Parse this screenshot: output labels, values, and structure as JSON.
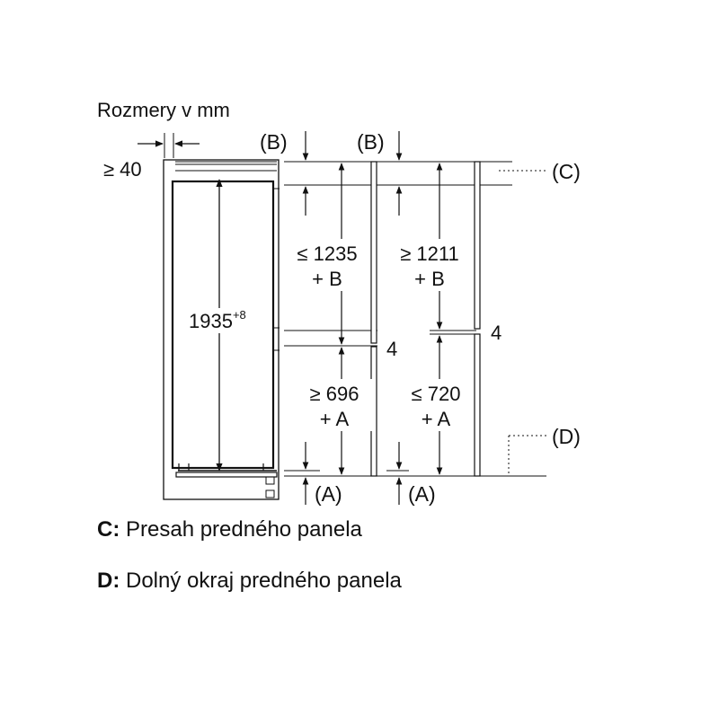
{
  "title": "Rozmery v mm",
  "dimensions": {
    "side_gap": "≥ 40",
    "height": "1935",
    "height_tolerance": "+8",
    "upper_left_1": "≤ 1235",
    "upper_left_2": "+ B",
    "upper_right_1": "≥ 1211",
    "upper_right_2": "+ B",
    "lower_left_1": "≥ 696",
    "lower_left_2": "+ A",
    "lower_right_1": "≤ 720",
    "lower_right_2": "+ A",
    "gap_left": "4",
    "gap_right": "4"
  },
  "references": {
    "B": "(B)",
    "A": "(A)",
    "C": "(C)",
    "D": "(D)"
  },
  "legend": [
    {
      "key": "C:",
      "text": "Presah predného panela"
    },
    {
      "key": "D:",
      "text": "Dolný okraj predného panela"
    }
  ]
}
